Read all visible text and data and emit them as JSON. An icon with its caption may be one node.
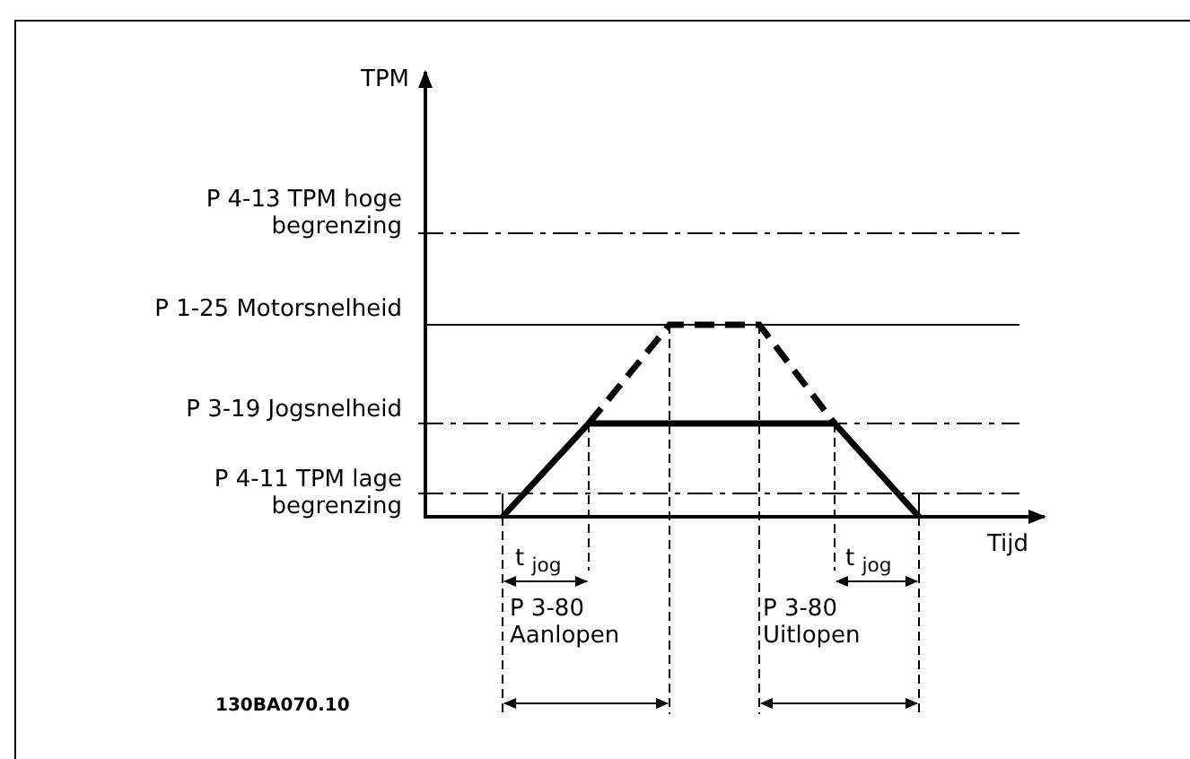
{
  "diagram": {
    "labels": [
      "TPM",
      "P 4-13 TPM hoge begrenzing",
      "P 1-25 Motorsnelheid",
      "P 3-19 Jogsnelheid",
      "P 4-11 TPM lage begrenzing",
      "Tijd",
      "t $_{jog}$",
      "t $_{jog}$",
      "P 3-80 Aanlopen",
      "P 3-80 Uitlopen",
      "130BA070.10"
    ]
  }
}
